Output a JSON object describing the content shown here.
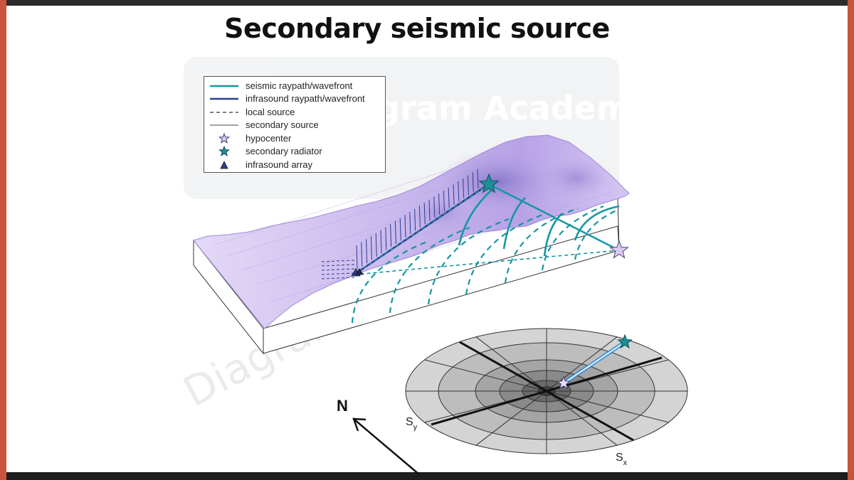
{
  "title": "Secondary seismic source",
  "legend": [
    {
      "label": "seismic raypath/wavefront",
      "symbol": "solid-line-teal"
    },
    {
      "label": "infrasound raypath/wavefront",
      "symbol": "solid-line-navy"
    },
    {
      "label": "local source",
      "symbol": "dashed-line"
    },
    {
      "label": "secondary source",
      "symbol": "thin-line"
    },
    {
      "label": "hypocenter",
      "symbol": "star-lavender"
    },
    {
      "label": "secondary radiator",
      "symbol": "star-teal"
    },
    {
      "label": "infrasound array",
      "symbol": "triangle-navy"
    }
  ],
  "map": {
    "north_label": "N",
    "axis_x_label": "S",
    "axis_x_sub": "x",
    "axis_y_label": "S",
    "axis_y_sub": "y"
  },
  "watermark": {
    "top": "Diagram Academy",
    "diagonal": "DiagramAcademy.com"
  },
  "colors": {
    "seismic": "#1596a3",
    "infrasound": "#2d3e8f",
    "terrain": "#c9b8ec",
    "hypocenter": "#d9ccf2",
    "radiator": "#1f8f98",
    "frame_side": "#c8553a"
  }
}
